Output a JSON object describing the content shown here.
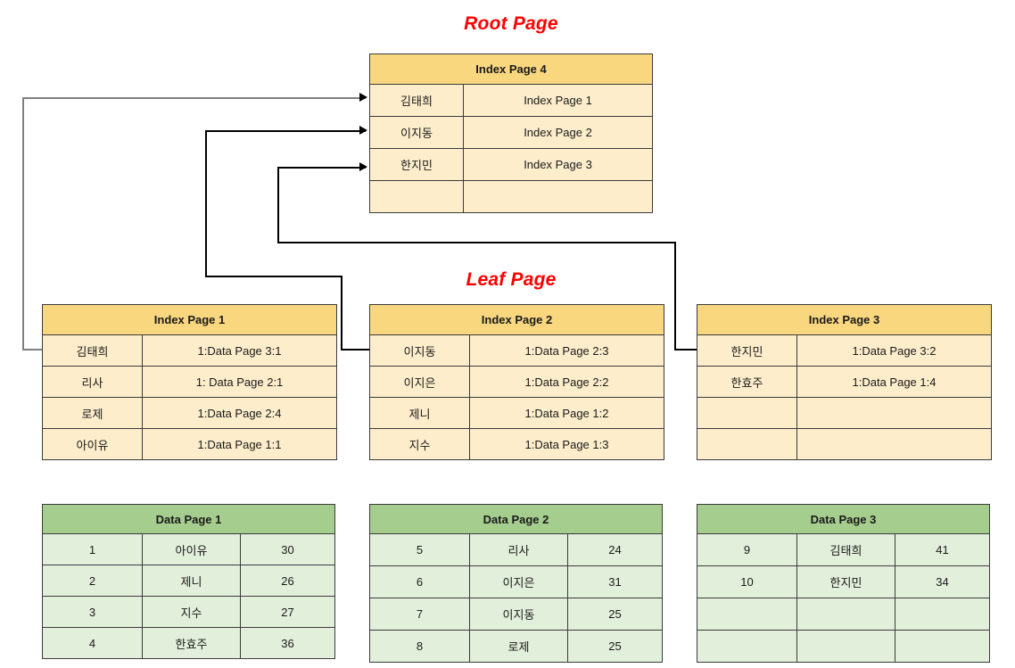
{
  "diagram": {
    "type": "b-tree-index-structure",
    "titles": {
      "root": "Root Page",
      "leaf": "Leaf Page"
    },
    "colors": {
      "title_red": "#FF0000",
      "index_header": "#F8D77E",
      "index_body": "#FDEDCB",
      "data_header": "#A5CE8E",
      "data_body": "#E2EFDA",
      "border": "#3b3b3b",
      "connector": "#000000",
      "connector_grey": "#7f7f7f"
    }
  },
  "root_page": {
    "title": "Index Page 4",
    "rows": [
      {
        "key": "김태희",
        "pointer": "Index Page 1"
      },
      {
        "key": "이지동",
        "pointer": "Index Page 2"
      },
      {
        "key": "한지민",
        "pointer": "Index Page 3"
      },
      {
        "key": "",
        "pointer": ""
      }
    ]
  },
  "leaf_pages": [
    {
      "title": "Index Page 1",
      "rows": [
        {
          "key": "김태희",
          "pointer": "1:Data Page 3:1"
        },
        {
          "key": "리사",
          "pointer": "1: Data Page 2:1"
        },
        {
          "key": "로제",
          "pointer": "1:Data Page 2:4"
        },
        {
          "key": "아이유",
          "pointer": "1:Data Page 1:1"
        }
      ]
    },
    {
      "title": "Index Page 2",
      "rows": [
        {
          "key": "이지동",
          "pointer": "1:Data Page 2:3"
        },
        {
          "key": "이지은",
          "pointer": "1:Data Page 2:2"
        },
        {
          "key": "제니",
          "pointer": "1:Data Page 1:2"
        },
        {
          "key": "지수",
          "pointer": "1:Data Page 1:3"
        }
      ]
    },
    {
      "title": "Index Page 3",
      "rows": [
        {
          "key": "한지민",
          "pointer": "1:Data Page 3:2"
        },
        {
          "key": "한효주",
          "pointer": "1:Data Page 1:4"
        },
        {
          "key": "",
          "pointer": ""
        },
        {
          "key": "",
          "pointer": ""
        }
      ]
    }
  ],
  "data_pages": [
    {
      "title": "Data Page 1",
      "rows": [
        {
          "id": "1",
          "name": "아이유",
          "value": "30"
        },
        {
          "id": "2",
          "name": "제니",
          "value": "26"
        },
        {
          "id": "3",
          "name": "지수",
          "value": "27"
        },
        {
          "id": "4",
          "name": "한효주",
          "value": "36"
        }
      ]
    },
    {
      "title": "Data Page 2",
      "rows": [
        {
          "id": "5",
          "name": "리사",
          "value": "24"
        },
        {
          "id": "6",
          "name": "이지은",
          "value": "31"
        },
        {
          "id": "7",
          "name": "이지동",
          "value": "25"
        },
        {
          "id": "8",
          "name": "로제",
          "value": "25"
        }
      ]
    },
    {
      "title": "Data Page 3",
      "rows": [
        {
          "id": "9",
          "name": "김태희",
          "value": "41"
        },
        {
          "id": "10",
          "name": "한지민",
          "value": "34"
        },
        {
          "id": "",
          "name": "",
          "value": ""
        },
        {
          "id": "",
          "name": "",
          "value": ""
        }
      ]
    }
  ]
}
